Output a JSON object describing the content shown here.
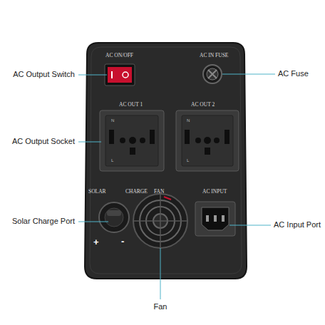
{
  "diagram": {
    "labels": [
      "AC ON/OFF",
      "AC IN FUSE",
      "AC Output Switch",
      "AC Fuse",
      "AC OUT 1",
      "AC OUT 2",
      "AC Output Socket",
      "N",
      "L",
      "N",
      "L",
      "SOLAR",
      "CHARGE",
      "FAN",
      "AC INPUT",
      "Solar Charge Port",
      "AC Input Port",
      "+",
      "-",
      "Fan"
    ]
  }
}
